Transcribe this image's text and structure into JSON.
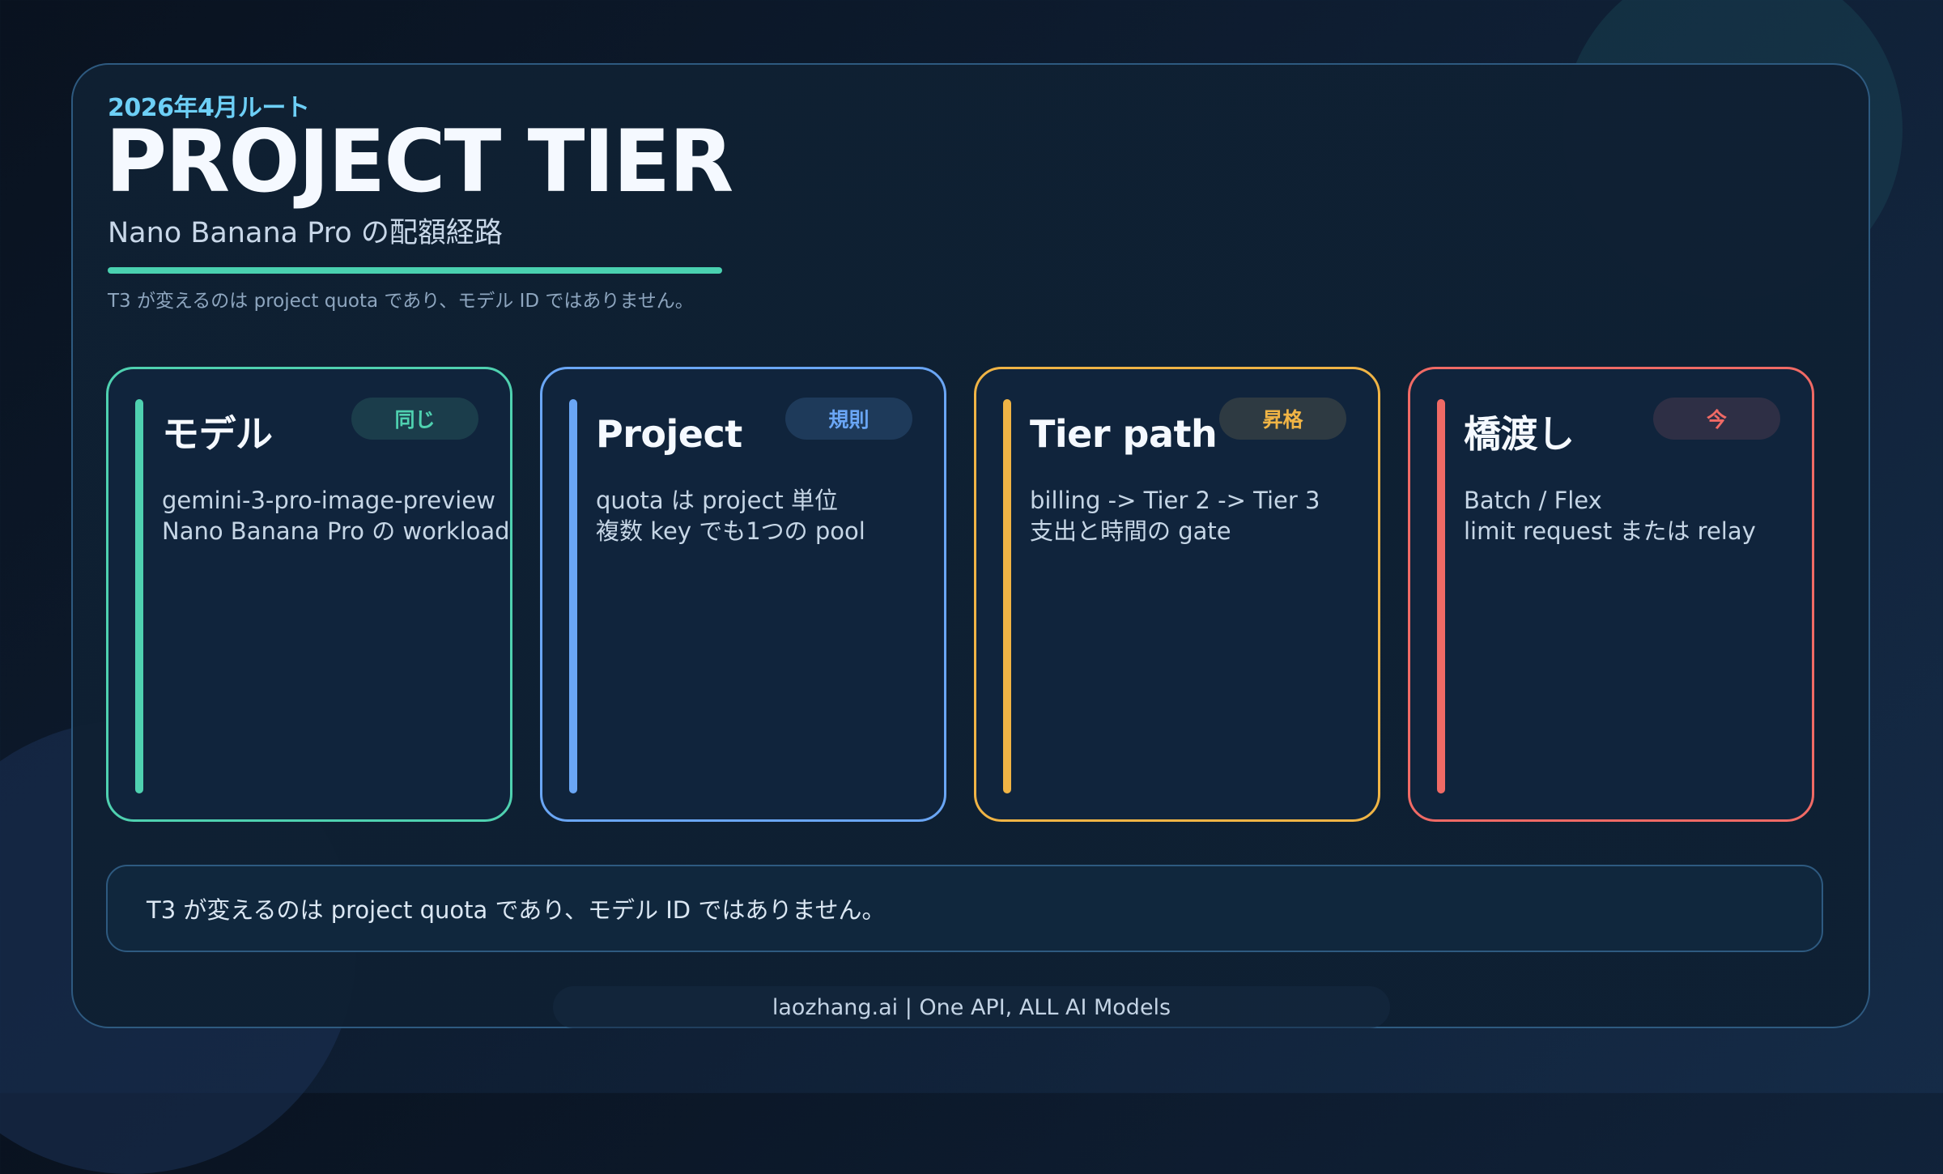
{
  "header": {
    "eyebrow": "2026年4月ルート",
    "title": "PROJECT TIER",
    "subtitle": "Nano Banana Pro の配額経路",
    "note": "T3 が変えるのは project quota であり、モデル ID ではありません。"
  },
  "colors": {
    "teal": "#4fd1b0",
    "blue": "#6aa6f5",
    "amber": "#f0b445",
    "red": "#f06a65",
    "eyebrow": "#6dcff6",
    "panel_border": "#2e5a80"
  },
  "cards": [
    {
      "title": "モデル",
      "badge": "同じ",
      "lines": [
        "gemini-3-pro-image-preview",
        "Nano Banana Pro の workload"
      ],
      "accent": "#4fd1b0",
      "badge_bg": "#1b3d4b"
    },
    {
      "title": "Project",
      "badge": "規則",
      "lines": [
        "quota は project 単位",
        "複数 key でも1つの pool"
      ],
      "accent": "#6aa6f5",
      "badge_bg": "#1e3a5a"
    },
    {
      "title": "Tier path",
      "badge": "昇格",
      "lines": [
        "billing -> Tier 2 -> Tier 3",
        "支出と時間の gate"
      ],
      "accent": "#f0b445",
      "badge_bg": "#2e3a42"
    },
    {
      "title": "橋渡し",
      "badge": "今",
      "lines": [
        "Batch / Flex",
        "limit request または relay"
      ],
      "accent": "#f06a65",
      "badge_bg": "#2e2f45"
    }
  ],
  "callout": {
    "text": "T3 が変えるのは project quota であり、モデル ID ではありません。"
  },
  "footer": {
    "text": "laozhang.ai | One API, ALL AI Models"
  }
}
